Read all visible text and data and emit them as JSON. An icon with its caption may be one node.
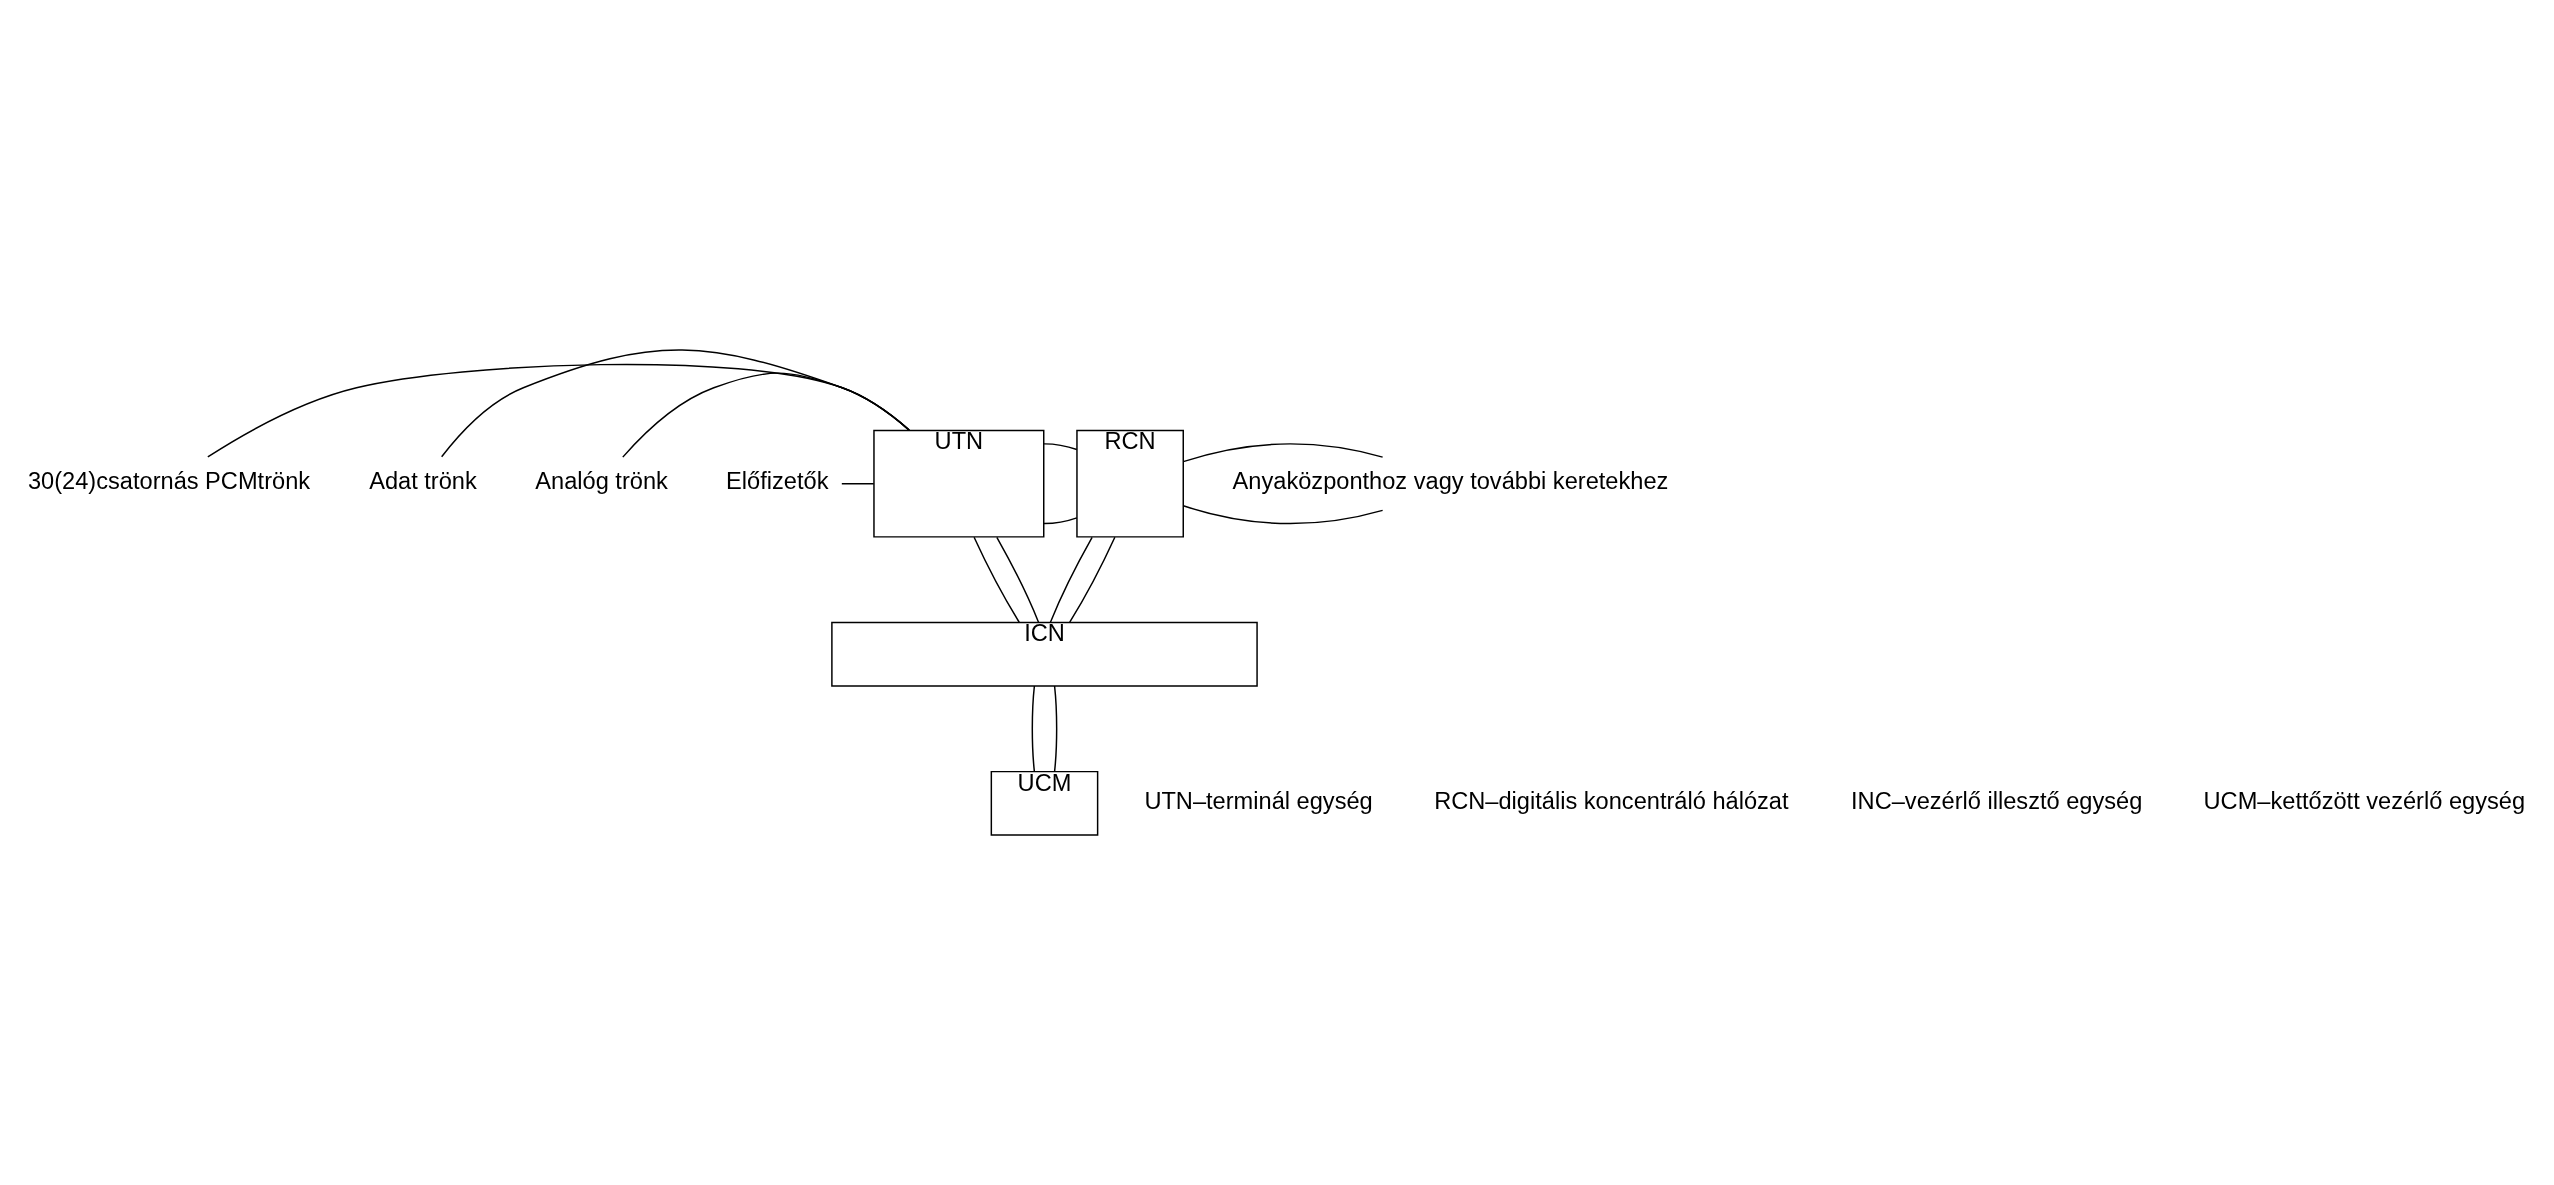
{
  "diagram": {
    "nodes": [
      {
        "text": [
          "UTN"
        ]
      },
      {
        "text": [
          "RCN"
        ]
      },
      {
        "text": [
          "ICN"
        ]
      },
      {
        "text": [
          "UCM"
        ]
      },
      {
        "text": [
          "30(24)csatornás PCMtrönk"
        ]
      },
      {
        "text": [
          "Adat trönk"
        ]
      },
      {
        "text": [
          "Analóg trönk"
        ]
      },
      {
        "text": [
          "Előfizetők"
        ]
      },
      {
        "text": [
          "Anyaközponthoz vagy további keretekhez"
        ]
      }
    ],
    "edges": [
      {
        "from": 4,
        "to": 0,
        "arrow": "none"
      },
      {
        "from": 5,
        "to": 0,
        "arrow": "none"
      },
      {
        "from": 6,
        "to": 0,
        "arrow": "none"
      },
      {
        "from": 7,
        "to": 0,
        "arrow": "none"
      },
      {
        "from": 0,
        "to": 1,
        "arrow": "none"
      },
      {
        "from": 0,
        "to": 1,
        "arrow": "none"
      },
      {
        "from": 1,
        "to": 8,
        "arrow": "none"
      },
      {
        "from": 1,
        "to": 8,
        "arrow": "none"
      },
      {
        "from": 0,
        "to": 2,
        "arrow": "none"
      },
      {
        "from": 0,
        "to": 2,
        "arrow": "none"
      },
      {
        "from": 1,
        "to": 2,
        "arrow": "none"
      },
      {
        "from": 1,
        "to": 2,
        "arrow": "none"
      },
      {
        "from": 2,
        "to": 3,
        "arrow": "none"
      },
      {
        "from": 2,
        "to": 3,
        "arrow": "none"
      }
    ],
    "labels": [
      "UTN–terminál egység",
      "RCN–digitális koncentráló hálózat",
      "INC–vezérlő illesztő egység",
      "UCM–kettőzött vezérlő egység"
    ]
  }
}
